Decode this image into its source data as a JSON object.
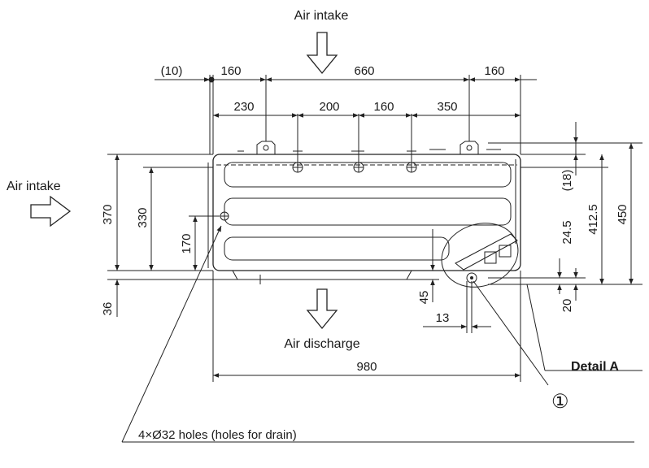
{
  "labels": {
    "air_intake_top": "Air intake",
    "air_intake_left": "Air intake",
    "air_discharge": "Air discharge",
    "detail": "Detail A",
    "callout": "①",
    "holes_note": "4×Ø32  holes (holes for drain)"
  },
  "dims": {
    "top_10": "(10)",
    "top_160_left": "160",
    "top_660": "660",
    "top_160_right": "160",
    "row2_230": "230",
    "row2_200": "200",
    "row2_160": "160",
    "row2_350": "350",
    "left_370": "370",
    "left_330": "330",
    "left_170": "170",
    "left_36": "36",
    "right_18": "(18)",
    "right_24_5": "24.5",
    "right_412_5": "412.5",
    "right_450": "450",
    "right_20": "20",
    "bottom_45": "45",
    "bottom_13": "13",
    "bottom_980": "980"
  }
}
